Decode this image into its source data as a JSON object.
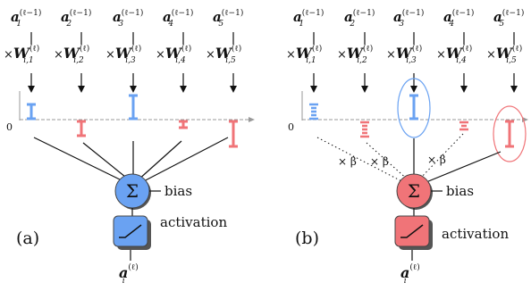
{
  "panels": [
    {
      "label": "(a)",
      "zero_label": "0",
      "inputs": [
        {
          "base": "a",
          "sub": "1",
          "sup": "(ℓ−1)"
        },
        {
          "base": "a",
          "sub": "2",
          "sup": "(ℓ−1)"
        },
        {
          "base": "a",
          "sub": "3",
          "sup": "(ℓ−1)"
        },
        {
          "base": "a",
          "sub": "4",
          "sup": "(ℓ−1)"
        },
        {
          "base": "a",
          "sub": "5",
          "sup": "(ℓ−1)"
        }
      ],
      "weights": [
        {
          "prefix": "×",
          "base": "W",
          "sub": "i,1",
          "sup": "(ℓ)"
        },
        {
          "prefix": "×",
          "base": "W",
          "sub": "i,2",
          "sup": "(ℓ)"
        },
        {
          "prefix": "×",
          "base": "W",
          "sub": "i,3",
          "sup": "(ℓ)"
        },
        {
          "prefix": "×",
          "base": "W",
          "sub": "i,4",
          "sup": "(ℓ)"
        },
        {
          "prefix": "×",
          "base": "W",
          "sub": "i,5",
          "sup": "(ℓ)"
        }
      ],
      "sum_symbol": "Σ",
      "bias_label": "bias",
      "activation_label": "activation",
      "output": {
        "base": "a",
        "sub": "i",
        "sup": "(ℓ)"
      }
    },
    {
      "label": "(b)",
      "zero_label": "0",
      "inputs": [
        {
          "base": "a",
          "sub": "1",
          "sup": "(ℓ−1)"
        },
        {
          "base": "a",
          "sub": "2",
          "sup": "(ℓ−1)"
        },
        {
          "base": "a",
          "sub": "3",
          "sup": "(ℓ−1)"
        },
        {
          "base": "a",
          "sub": "4",
          "sup": "(ℓ−1)"
        },
        {
          "base": "a",
          "sub": "5",
          "sup": "(ℓ−1)"
        }
      ],
      "weights": [
        {
          "prefix": "×",
          "base": "W",
          "sub": "i,1",
          "sup": "(ℓ)"
        },
        {
          "prefix": "×",
          "base": "W",
          "sub": "i,2",
          "sup": "(ℓ)"
        },
        {
          "prefix": "×",
          "base": "W",
          "sub": "i,3",
          "sup": "(ℓ)"
        },
        {
          "prefix": "×",
          "base": "W",
          "sub": "i,4",
          "sup": "(ℓ)"
        },
        {
          "prefix": "×",
          "base": "W",
          "sub": "i,5",
          "sup": "(ℓ)"
        }
      ],
      "sum_symbol": "Σ",
      "bias_label": "bias",
      "activation_label": "activation",
      "output": {
        "base": "a",
        "sub": "i",
        "sup": "(ℓ)"
      },
      "beta_labels": [
        "× β",
        "× β",
        "× β"
      ]
    }
  ],
  "colors": {
    "positive": "#6aa2f2",
    "negative": "#f07478",
    "axis": "#999999",
    "line": "#111111"
  }
}
